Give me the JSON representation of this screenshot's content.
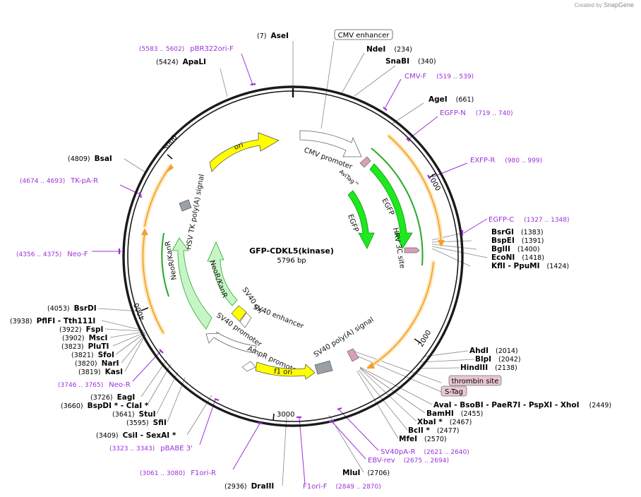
{
  "credit": {
    "prefix": "Created by",
    "brand": "SnapGene"
  },
  "title": "GFP-CDKL5(kinase)",
  "length_label": "5796 bp",
  "ticks": [
    "1000",
    "2000",
    "3000",
    "4000",
    "5000"
  ],
  "boxed_labels": {
    "cmv_enhancer": "CMV enhancer",
    "thrombin": "thrombin site",
    "stag": "S-Tag"
  },
  "sites": {
    "asei": {
      "pos": "(7)",
      "name": "AseI"
    },
    "ndei": {
      "pos": "(234)",
      "name": "NdeI"
    },
    "snabi": {
      "pos": "(340)",
      "name": "SnaBI"
    },
    "agei": {
      "pos": "(661)",
      "name": "AgeI"
    },
    "apali": {
      "pos": "(5424)",
      "name": "ApaLI"
    },
    "bsai": {
      "pos": "(4809)",
      "name": "BsaI"
    },
    "bsrgi": {
      "pos": "(1383)",
      "name": "BsrGI"
    },
    "bspei": {
      "pos": "(1391)",
      "name": "BspEI"
    },
    "bglii": {
      "pos": "(1400)",
      "name": "BglII"
    },
    "econi": {
      "pos": "(1418)",
      "name": "EcoNI"
    },
    "kfli": {
      "pos": "(1424)",
      "name": "KflI  - PpuMI"
    },
    "ahdi": {
      "pos": "(2014)",
      "name": "AhdI"
    },
    "blpi": {
      "pos": "(2042)",
      "name": "BlpI"
    },
    "hindiii": {
      "pos": "(2138)",
      "name": "HindIII"
    },
    "avai": {
      "pos": "(2449)",
      "name": "AvaI  - BsoBI  - PaeR7I  - PspXI  - XhoI"
    },
    "bamhi": {
      "pos": "(2455)",
      "name": "BamHI"
    },
    "xbai": {
      "pos": "(2467)",
      "name": "XbaI *"
    },
    "bcli": {
      "pos": "(2477)",
      "name": "BclI *"
    },
    "mfei": {
      "pos": "(2570)",
      "name": "MfeI"
    },
    "mlui": {
      "pos": "(2706)",
      "name": "MluI"
    },
    "draiii": {
      "pos": "(2936)",
      "name": "DraIII"
    },
    "csii": {
      "pos": "(3409)",
      "name": "CsiI  - SexAI *"
    },
    "sfii": {
      "pos": "(3595)",
      "name": "SfiI"
    },
    "stui": {
      "pos": "(3641)",
      "name": "StuI"
    },
    "bspdi": {
      "pos": "(3660)",
      "name": "BspDI *  - ClaI *"
    },
    "eagi": {
      "pos": "(3726)",
      "name": "EagI"
    },
    "kasi": {
      "pos": "(3819)",
      "name": "KasI"
    },
    "nari": {
      "pos": "(3820)",
      "name": "NarI"
    },
    "sfoi": {
      "pos": "(3821)",
      "name": "SfoI"
    },
    "pluti": {
      "pos": "(3823)",
      "name": "PluTI"
    },
    "msci": {
      "pos": "(3902)",
      "name": "MscI"
    },
    "fspi": {
      "pos": "(3922)",
      "name": "FspI"
    },
    "pflfi": {
      "pos": "(3938)",
      "name": "PflFI  - Tth111I"
    },
    "bsrdi": {
      "pos": "(4053)",
      "name": "BsrDI"
    }
  },
  "primers": {
    "pbr322": {
      "range": "(5583 .. 5602)",
      "name": "pBR322ori-F"
    },
    "cmvf": {
      "name": "CMV-F",
      "range": "(519 .. 539)"
    },
    "egfpn": {
      "name": "EGFP-N",
      "range": "(719 .. 740)"
    },
    "exfpr": {
      "name": "EXFP-R",
      "range": "(980 .. 999)"
    },
    "egfpc": {
      "name": "EGFP-C",
      "range": "(1327 .. 1348)"
    },
    "tkpa": {
      "range": "(4674 .. 4693)",
      "name": "TK-pA-R"
    },
    "neof": {
      "range": "(4356 .. 4375)",
      "name": "Neo-F"
    },
    "neor": {
      "range": "(3746 .. 3765)",
      "name": "Neo-R"
    },
    "pbabe": {
      "range": "(3323 .. 3343)",
      "name": "pBABE 3'"
    },
    "f1orir": {
      "range": "(3061 .. 3080)",
      "name": "F1ori-R"
    },
    "f1orif": {
      "name": "F1ori-F",
      "range": "(2849 .. 2870)"
    },
    "ebvrev": {
      "name": "EBV-rev",
      "range": "(2675 .. 2694)"
    },
    "sv40par": {
      "name": "SV40pA-R",
      "range": "(2621 .. 2640)"
    }
  },
  "features": {
    "ori": "ori",
    "cmv_promoter": "CMV promoter",
    "avitag": "AviTag™",
    "egfp_outer": "EGFP",
    "egfp_inner": "EGFP",
    "hrv3c": "HRV 3C site",
    "hsv_tk": "HSV TK poly(A) signal",
    "neokanr_outer": "NeoR/KanR",
    "neokanr_inner": "NeoR/KanR",
    "sv40_ori": "SV40 ori",
    "sv40_enhancer": "SV40 enhancer",
    "sv40_promoter": "SV40 promoter",
    "ampr_promoter": "AmpR promoter",
    "f1_ori": "f1 ori",
    "sv40_polya": "SV40 poly(A) signal"
  },
  "colors": {
    "backbone": "#1a1a1a",
    "primer": "#9b30d9",
    "orf_outline": "#f0a030",
    "orf_fill": "#ffe4b0",
    "egfp": "#1ee81e",
    "egfp_dark": "#0a9a0a",
    "neo": "#c8f5c8",
    "ori": "#ffff00",
    "tag": "#d8a0b8",
    "polya": "#9aa0a6"
  }
}
